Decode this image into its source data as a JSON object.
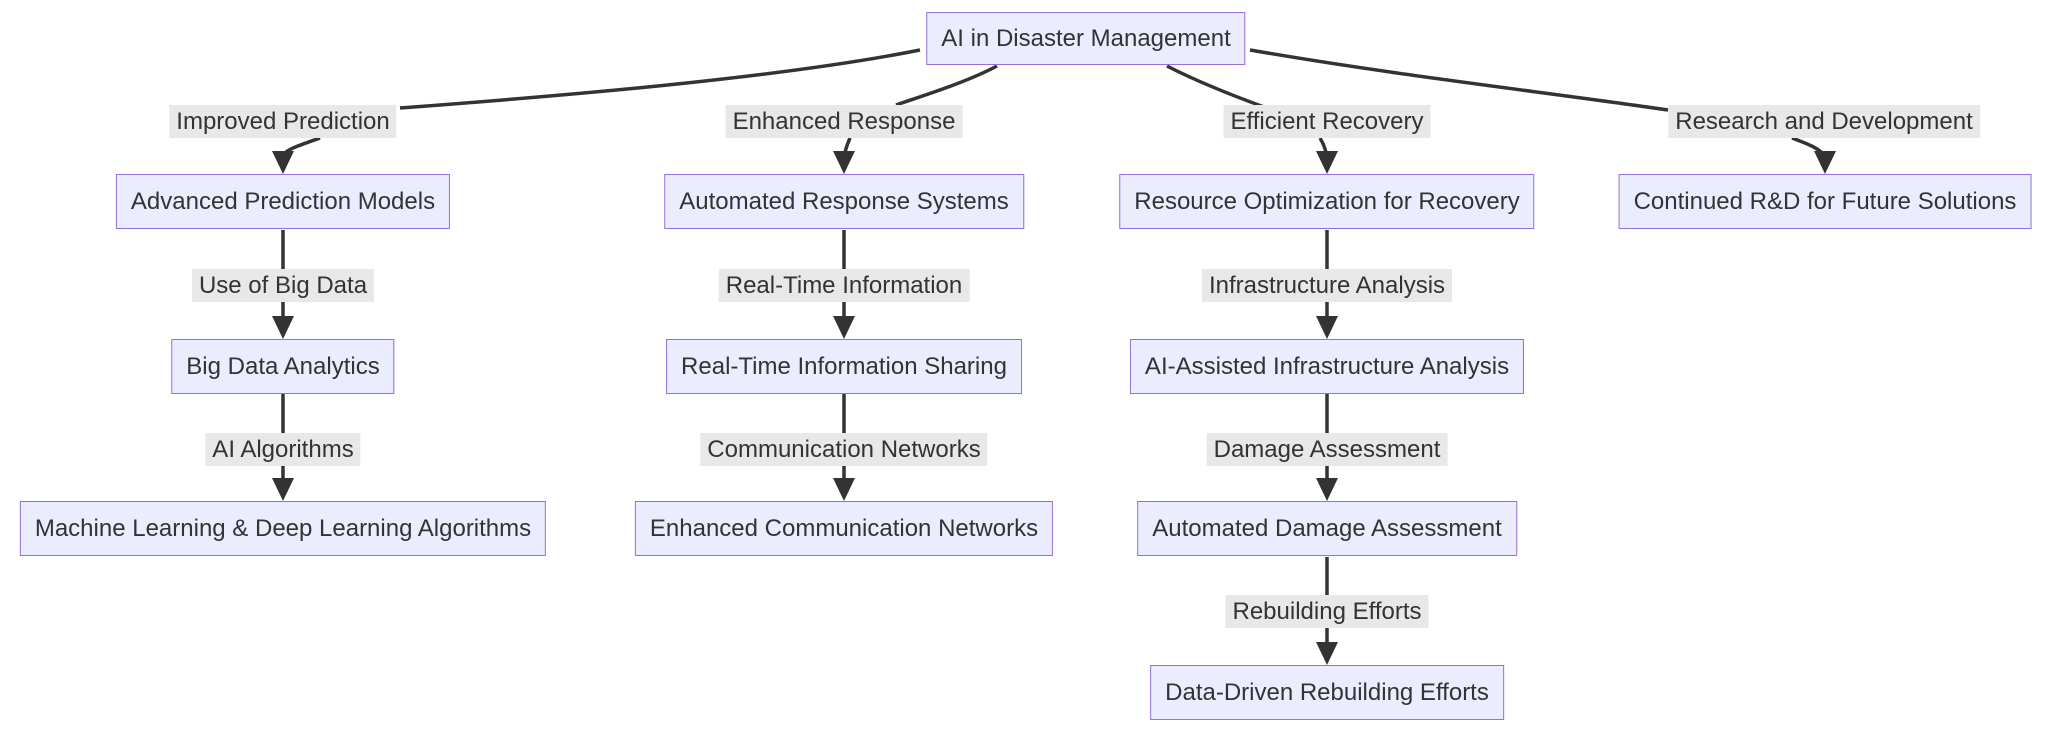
{
  "diagram": {
    "type": "flowchart-top-down",
    "colors": {
      "node_fill": "#ECECFF",
      "node_border": "#9370DB",
      "edge_label_background": "#e8e8e8",
      "edge_line": "#333333",
      "text": "#333333",
      "page_background": "#ffffff"
    },
    "root": {
      "label": "AI in Disaster Management"
    },
    "branches": [
      {
        "branch_label": "Improved Prediction",
        "steps": [
          {
            "node": "Advanced Prediction Models"
          },
          {
            "edge_label": "Use of Big Data",
            "node": "Big Data Analytics"
          },
          {
            "edge_label": "AI Algorithms",
            "node": "Machine Learning & Deep Learning Algorithms"
          }
        ]
      },
      {
        "branch_label": "Enhanced Response",
        "steps": [
          {
            "node": "Automated Response Systems"
          },
          {
            "edge_label": "Real-Time Information",
            "node": "Real-Time Information Sharing"
          },
          {
            "edge_label": "Communication Networks",
            "node": "Enhanced Communication Networks"
          }
        ]
      },
      {
        "branch_label": "Efficient Recovery",
        "steps": [
          {
            "node": "Resource Optimization for Recovery"
          },
          {
            "edge_label": "Infrastructure Analysis",
            "node": "AI-Assisted Infrastructure Analysis"
          },
          {
            "edge_label": "Damage Assessment",
            "node": "Automated Damage Assessment"
          },
          {
            "edge_label": "Rebuilding Efforts",
            "node": "Data-Driven Rebuilding Efforts"
          }
        ]
      },
      {
        "branch_label": "Research and Development",
        "steps": [
          {
            "node": "Continued R&D for Future Solutions"
          }
        ]
      }
    ]
  }
}
